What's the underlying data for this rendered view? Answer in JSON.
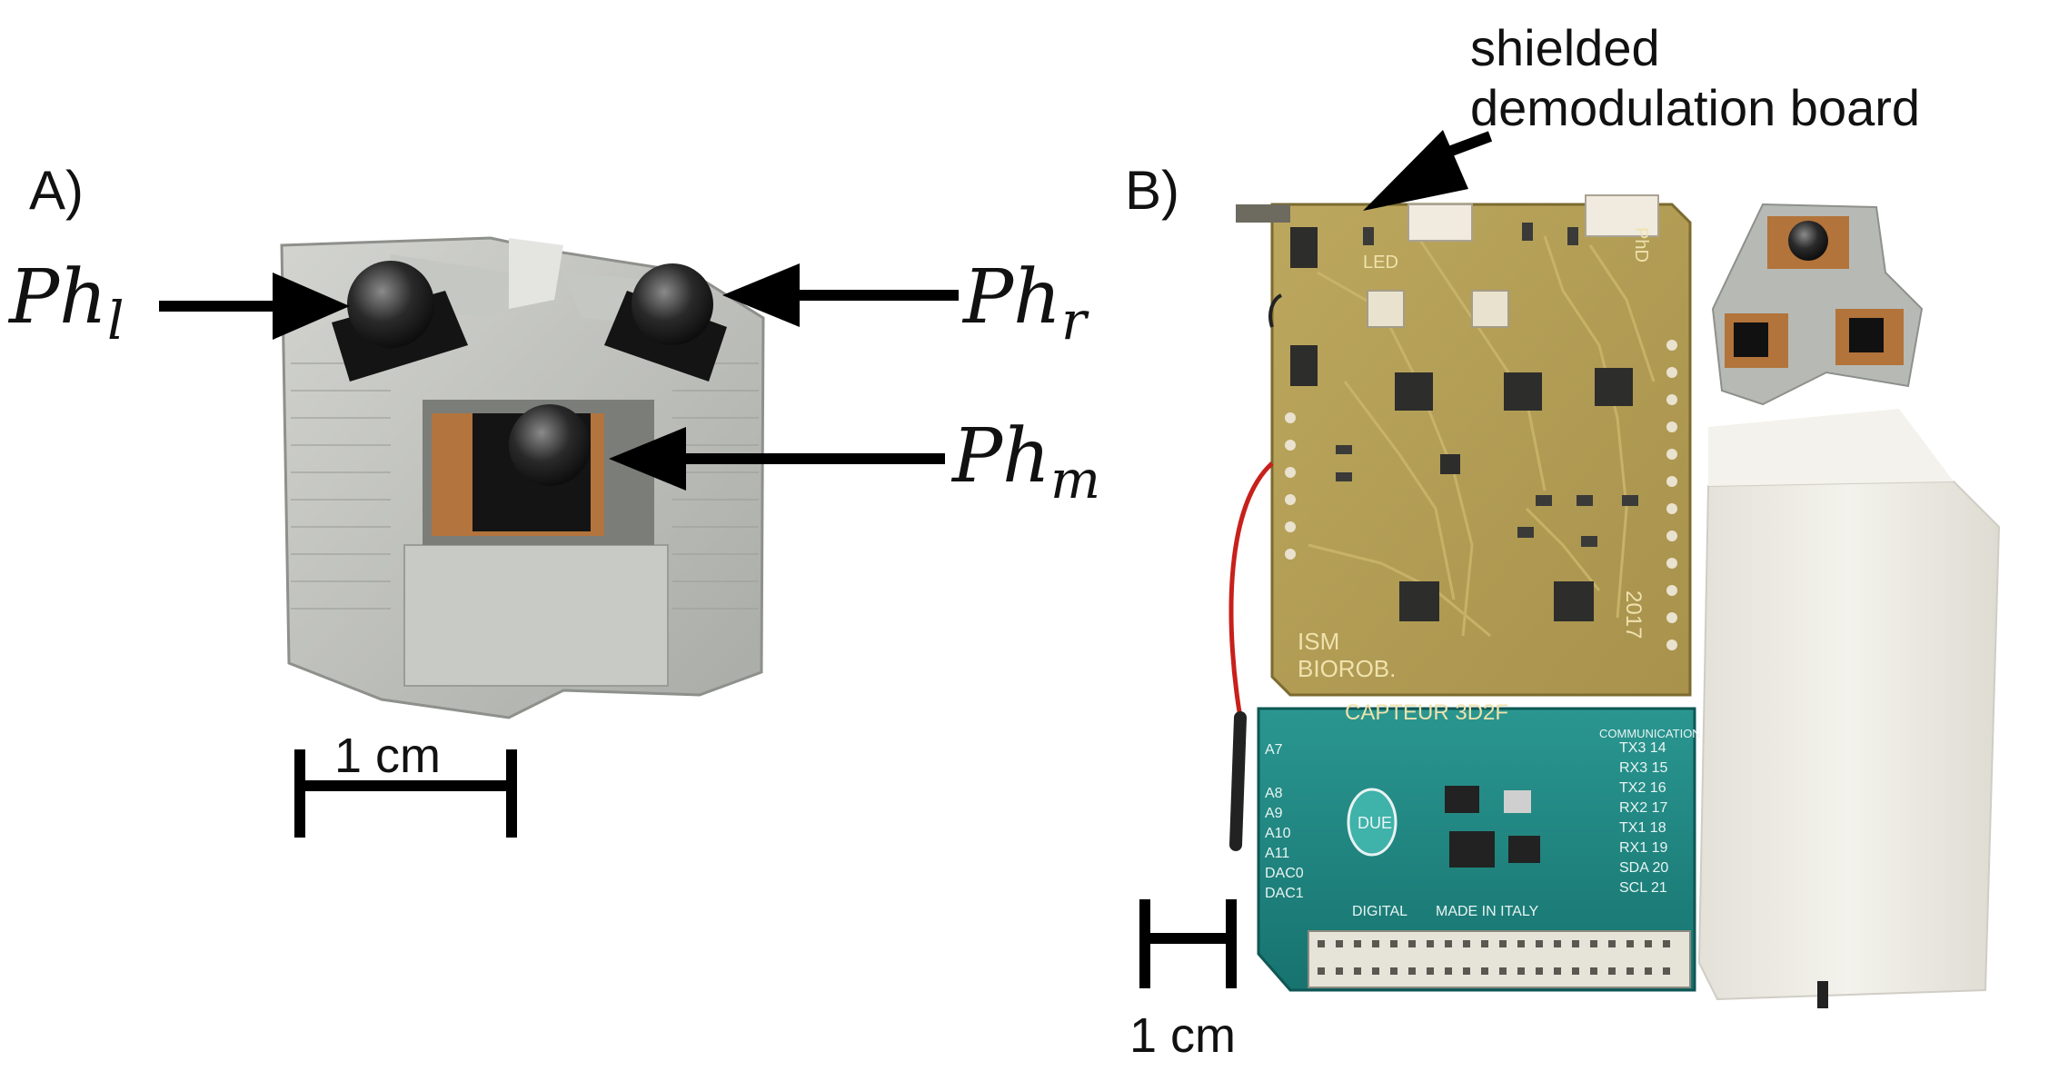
{
  "panel_a": {
    "label": "A)",
    "sensor_left": {
      "base": "Ph",
      "sub": "l"
    },
    "sensor_right": {
      "base": "Ph",
      "sub": "r"
    },
    "sensor_middle": {
      "base": "Ph",
      "sub": "m"
    },
    "scale_bar": "1 cm"
  },
  "panel_b": {
    "label": "B)",
    "annotation_line1": "shielded",
    "annotation_line2": "demodulation board",
    "pcb_text": {
      "ism": "ISM",
      "biorob": "BIOROB.",
      "capteur": "CAPTEUR 3D2F",
      "year": "2017",
      "led": "LED",
      "phd": "PhD"
    },
    "arduino_text": {
      "due": "DUE",
      "digital": "DIGITAL",
      "made_in": "MADE IN ITALY",
      "communication": "COMMUNICATION",
      "pins_left": [
        "A7",
        "A8",
        "A9",
        "A10",
        "A11",
        "DAC0",
        "DAC1"
      ],
      "pins_right": [
        "TX3 14",
        "RX3 15",
        "TX2 16",
        "RX2 17",
        "TX1 18",
        "RX1 19",
        "SDA 20",
        "SCL 21"
      ]
    },
    "scale_bar": "1 cm"
  },
  "colors": {
    "pcb_gold": "#b8a25a",
    "arduino_teal": "#1e8a86",
    "housing_grey": "#bfc1bd",
    "housing_white": "#ecebe4"
  }
}
